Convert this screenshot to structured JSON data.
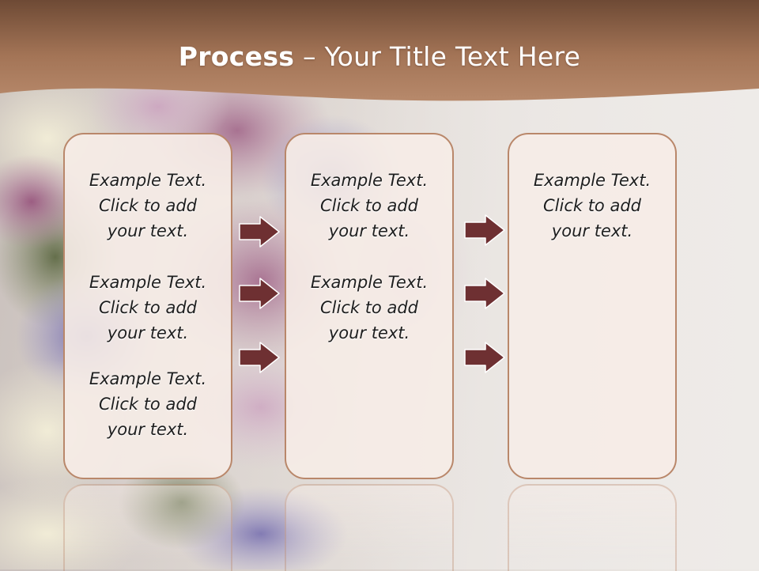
{
  "slide": {
    "title_bold": "Process",
    "title_rest": "  – Your Title Text Here"
  },
  "boxes": [
    {
      "items": [
        [
          "Example Text.",
          "Click  to add",
          "your text."
        ],
        [
          "Example Text.",
          "Click  to add",
          "your text."
        ],
        [
          "Example Text.",
          "Click  to add",
          "your text."
        ]
      ]
    },
    {
      "items": [
        [
          "Example Text.",
          "Click  to add",
          "your text."
        ],
        [
          "Example Text.",
          "Click  to add",
          "your text."
        ]
      ]
    },
    {
      "items": [
        [
          "Example Text.",
          "Click  to add",
          "your text."
        ]
      ]
    }
  ],
  "colors": {
    "header_brown": "#9b6e55",
    "box_border": "#b9876a",
    "arrow_fill": "#6e3032"
  },
  "icons": [
    "right-arrow-icon"
  ]
}
